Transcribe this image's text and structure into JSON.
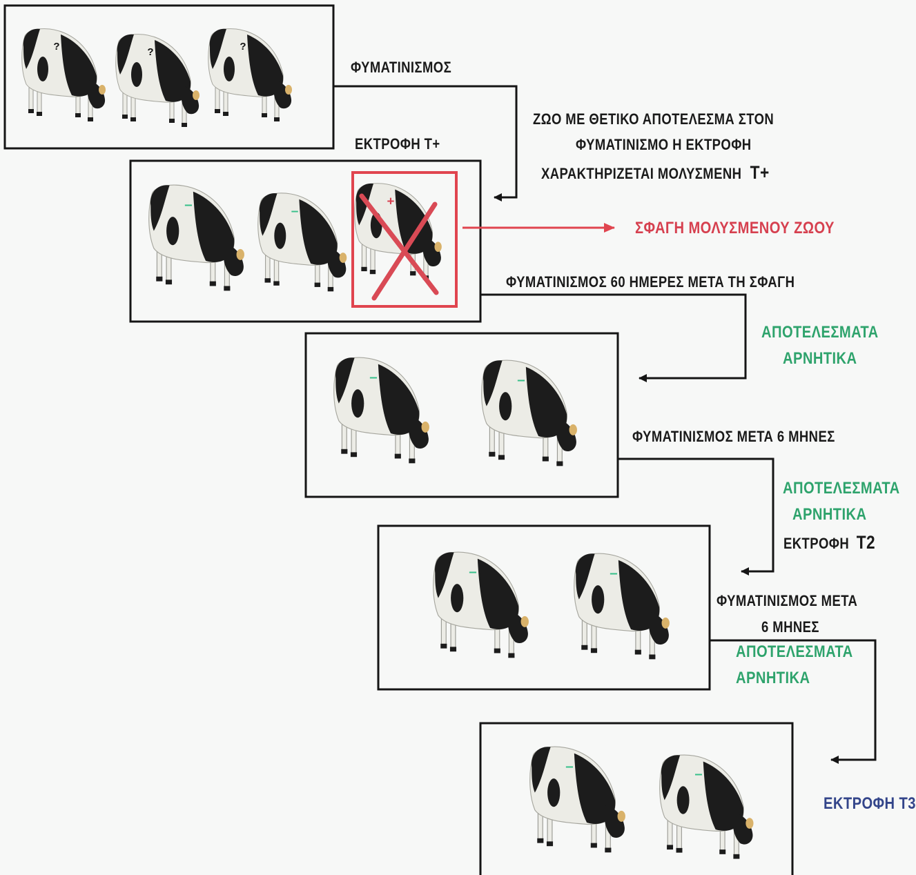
{
  "colors": {
    "frame": "#151515",
    "arrow_black": "#151515",
    "arrow_red": "#e0454f",
    "text_red": "#d6404f",
    "text_green": "#2ea36c",
    "text_blue": "#33458a",
    "cow_dark": "#1c1c1c",
    "cow_white": "#ecece6",
    "mark_neutral": "#111111",
    "mark_negative": "#37c08a",
    "mark_positive": "#d8404f",
    "cross": "#d94a55"
  },
  "labels": {
    "tuberculin_test": "ΦΥΜΑΤΙΝΙΣΜΟΣ",
    "positive_line1": "ΖΩΟ ΜΕ ΘΕΤΙΚΟ ΑΠΟΤΕΛΕΣΜΑ ΣΤΟΝ",
    "positive_line2": "ΦΥΜΑΤΙΝΙΣΜΟ Η ΕΚΤΡΟΦΗ",
    "positive_line3": "ΧΑΡΑΚΤΗΡΙΖΕΤΑΙ ΜΟΛΥΣΜΕΝΗ",
    "positive_line3_tag": "Τ+",
    "herd_t_plus": "ΕΚΤΡΟΦΗ Τ+",
    "slaughter": "ΣΦΑΓΗ ΜΟΛΥΣΜΕΝΟΥ ΖΩΟΥ",
    "test_60_days": "ΦΥΜΑΤΙΝΙΣΜΟΣ 60 ΗΜΕΡΕΣ ΜΕΤΑ ΤΗ ΣΦΑΓΗ",
    "results_negative_1a": "ΑΠΟΤΕΛΕΣΜΑΤΑ",
    "results_negative_1b": "ΑΡΝΗΤΙΚΑ",
    "test_6_months": "ΦΥΜΑΤΙΝΙΣΜΟΣ ΜΕΤΑ 6 ΜΗΝΕΣ",
    "results_negative_2a": "ΑΠΟΤΕΛΕΣΜΑΤΑ",
    "results_negative_2b": "ΑΡΝΗΤΙΚΑ",
    "herd_t2_prefix": "ΕΚΤΡΟΦΗ",
    "herd_t2_tag": "Τ2",
    "test_6_months_b_line1": "ΦΥΜΑΤΙΝΙΣΜΟΣ ΜΕΤΑ",
    "test_6_months_b_line2": "6 ΜΗΝΕΣ",
    "results_negative_3a": "ΑΠΟΤΕΛΕΣΜΑΤΑ",
    "results_negative_3b": "ΑΡΝΗΤΙΚΑ",
    "herd_t3": "ΕΚΤΡΟΦΗ Τ3"
  },
  "stages": [
    {
      "name": "initial-herd",
      "cows": [
        {
          "mark": "?",
          "status": "unknown"
        },
        {
          "mark": "?",
          "status": "unknown"
        },
        {
          "mark": "?",
          "status": "unknown"
        }
      ]
    },
    {
      "name": "herd-t-plus",
      "cows": [
        {
          "mark": "–",
          "status": "negative"
        },
        {
          "mark": "–",
          "status": "negative"
        },
        {
          "mark": "+",
          "status": "positive"
        }
      ]
    },
    {
      "name": "after-slaughter",
      "cows": [
        {
          "mark": "–",
          "status": "negative"
        },
        {
          "mark": "–",
          "status": "negative"
        }
      ]
    },
    {
      "name": "herd-t2",
      "cows": [
        {
          "mark": "–",
          "status": "negative"
        },
        {
          "mark": "–",
          "status": "negative"
        }
      ]
    },
    {
      "name": "herd-t3",
      "cows": [
        {
          "mark": "–",
          "status": "negative"
        },
        {
          "mark": "–",
          "status": "negative"
        }
      ]
    }
  ]
}
